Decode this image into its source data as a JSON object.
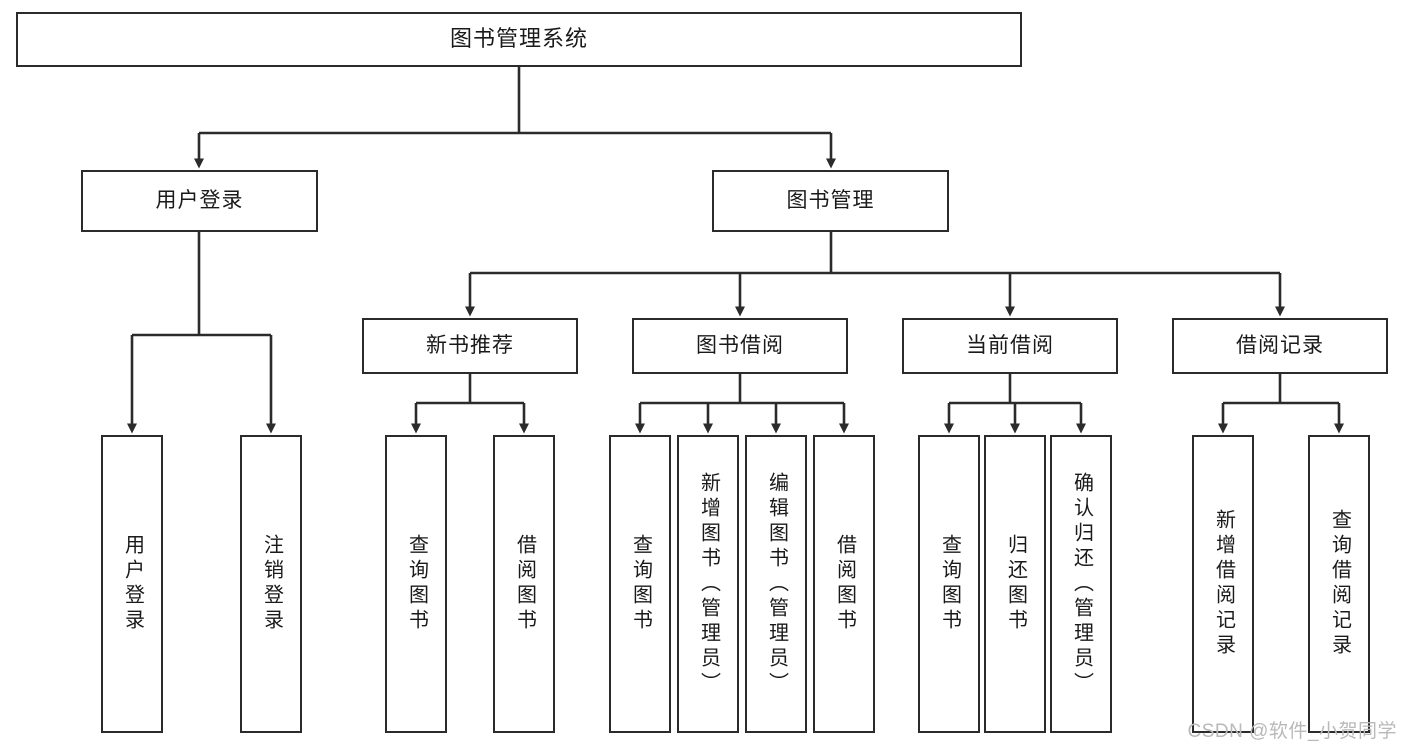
{
  "diagram": {
    "title": "图书管理系统",
    "type": "tree-hierarchy-diagram",
    "watermark": "CSDN @软件_小贺同学",
    "line_color": "#2b2b2b",
    "box_fill": "#ffffff",
    "text_color": "#1a1a1a",
    "watermark_color": "#b9b9b9"
  },
  "root": {
    "label": "图书管理系统"
  },
  "level2": [
    {
      "label": "用户登录"
    },
    {
      "label": "图书管理"
    }
  ],
  "level3": [
    {
      "label": "新书推荐"
    },
    {
      "label": "图书借阅"
    },
    {
      "label": "当前借阅"
    },
    {
      "label": "借阅记录"
    }
  ],
  "leaves": {
    "user_login": [
      {
        "label": "用户登录"
      },
      {
        "label": "注销登录"
      }
    ],
    "new_book_recommend": [
      {
        "label": "查询图书"
      },
      {
        "label": "借阅图书"
      }
    ],
    "book_borrow": [
      {
        "label": "查询图书"
      },
      {
        "label": "新增图书（管理员）"
      },
      {
        "label": "编辑图书（管理员）"
      },
      {
        "label": "借阅图书"
      }
    ],
    "current_borrow": [
      {
        "label": "查询图书"
      },
      {
        "label": "归还图书"
      },
      {
        "label": "确认归还（管理员）"
      }
    ],
    "borrow_record": [
      {
        "label": "新增借阅记录"
      },
      {
        "label": "查询借阅记录"
      }
    ]
  }
}
